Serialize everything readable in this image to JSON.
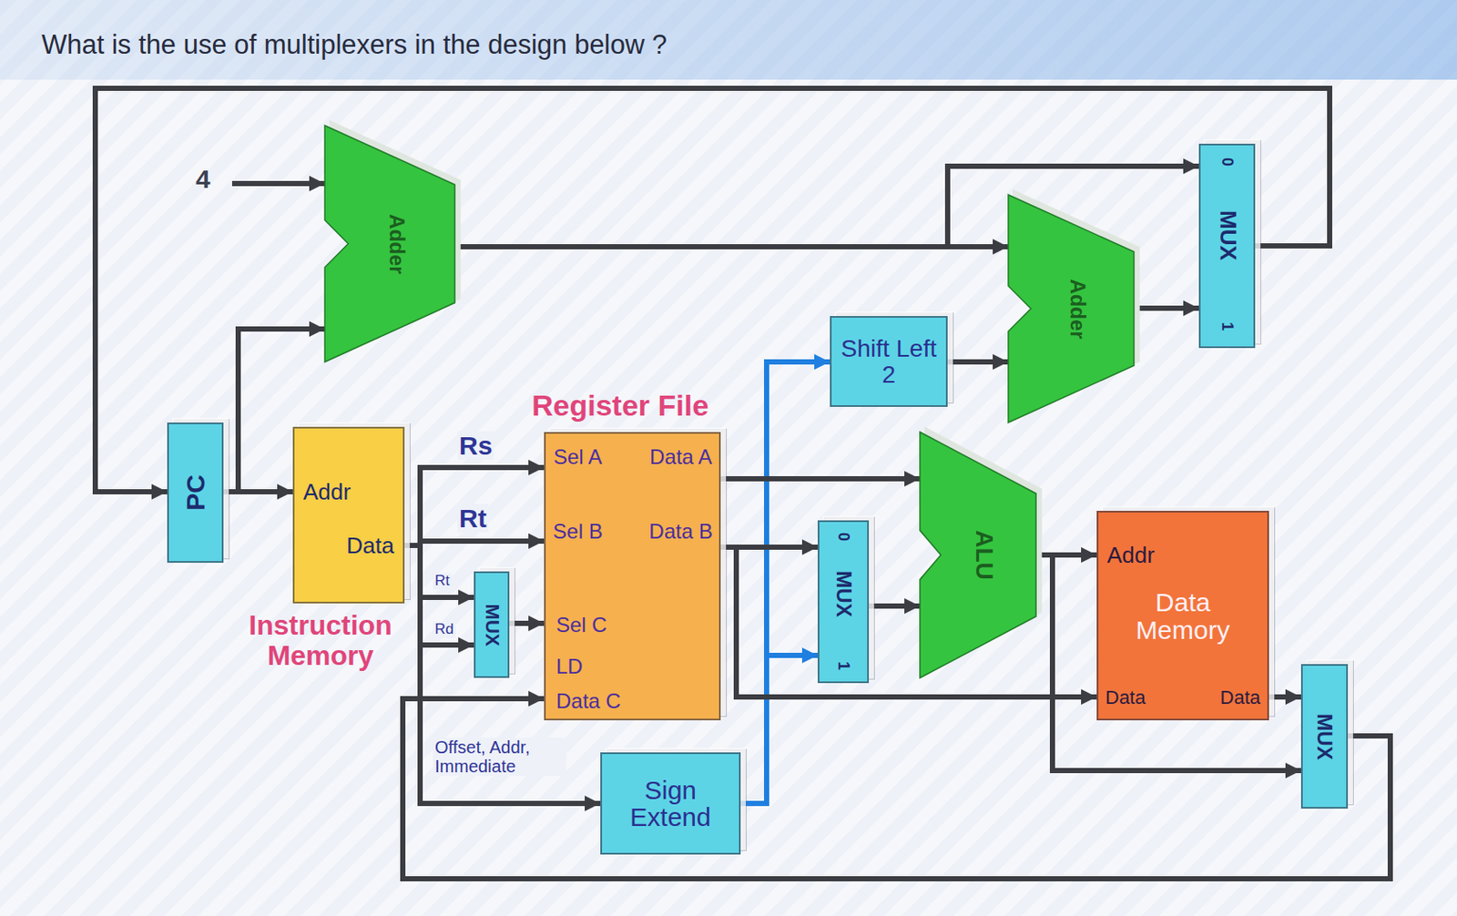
{
  "diagram": {
    "title": "What is the use of multiplexers in the design below ?",
    "nodes": [
      {
        "text": [
          "Adder"
        ]
      },
      {
        "text": [
          "PC"
        ]
      },
      {
        "text": [
          "Addr",
          "Data",
          "Instruction Memory"
        ]
      },
      {
        "text": [
          "MUX"
        ]
      },
      {
        "text": [
          "Register File",
          "Sel A",
          "Data A",
          "Sel B",
          "Data B",
          "Sel C",
          "LD",
          "Data C"
        ]
      },
      {
        "text": [
          "Sign Extend"
        ]
      },
      {
        "text": [
          "Shift Left 2"
        ]
      },
      {
        "text": [
          "Adder"
        ]
      },
      {
        "text": [
          "0",
          "MUX",
          "1"
        ]
      },
      {
        "text": [
          "0",
          "MUX",
          "1"
        ]
      },
      {
        "text": [
          "ALU"
        ]
      },
      {
        "text": [
          "Addr",
          "Data Memory",
          "Data",
          "Data"
        ]
      },
      {
        "text": [
          "MUX"
        ]
      }
    ],
    "edges": [
      {
        "from": 1,
        "to": 0,
        "arrow": "to"
      },
      {
        "from": 1,
        "to": 2,
        "arrow": "to"
      },
      {
        "from": 2,
        "to": 4,
        "label": "Rs",
        "arrow": "to"
      },
      {
        "from": 2,
        "to": 4,
        "label": "Rt",
        "arrow": "to"
      },
      {
        "from": 2,
        "to": 3,
        "label": "Rt",
        "arrow": "to"
      },
      {
        "from": 2,
        "to": 3,
        "label": "Rd",
        "arrow": "to"
      },
      {
        "from": 2,
        "to": 5,
        "label": "Offset, Addr, Immediate",
        "arrow": "to"
      },
      {
        "from": 3,
        "to": 4,
        "arrow": "to"
      },
      {
        "from": 12,
        "to": 4,
        "arrow": "to"
      },
      {
        "from": 0,
        "to": 7,
        "arrow": "to"
      },
      {
        "from": 0,
        "to": 8,
        "arrow": "to"
      },
      {
        "from": 5,
        "to": 6,
        "arrow": "to"
      },
      {
        "from": 5,
        "to": 9,
        "arrow": "to"
      },
      {
        "from": 6,
        "to": 7,
        "arrow": "to"
      },
      {
        "from": 7,
        "to": 8,
        "arrow": "to"
      },
      {
        "from": 8,
        "to": 1,
        "arrow": "to"
      },
      {
        "from": 4,
        "to": 10,
        "arrow": "to"
      },
      {
        "from": 4,
        "to": 9,
        "arrow": "to"
      },
      {
        "from": 4,
        "to": 11,
        "arrow": "to"
      },
      {
        "from": 9,
        "to": 10,
        "arrow": "to"
      },
      {
        "from": 10,
        "to": 11,
        "arrow": "to"
      },
      {
        "from": 10,
        "to": 12,
        "arrow": "to"
      },
      {
        "from": 11,
        "to": 12,
        "arrow": "to"
      }
    ],
    "labels": [
      "4"
    ]
  }
}
